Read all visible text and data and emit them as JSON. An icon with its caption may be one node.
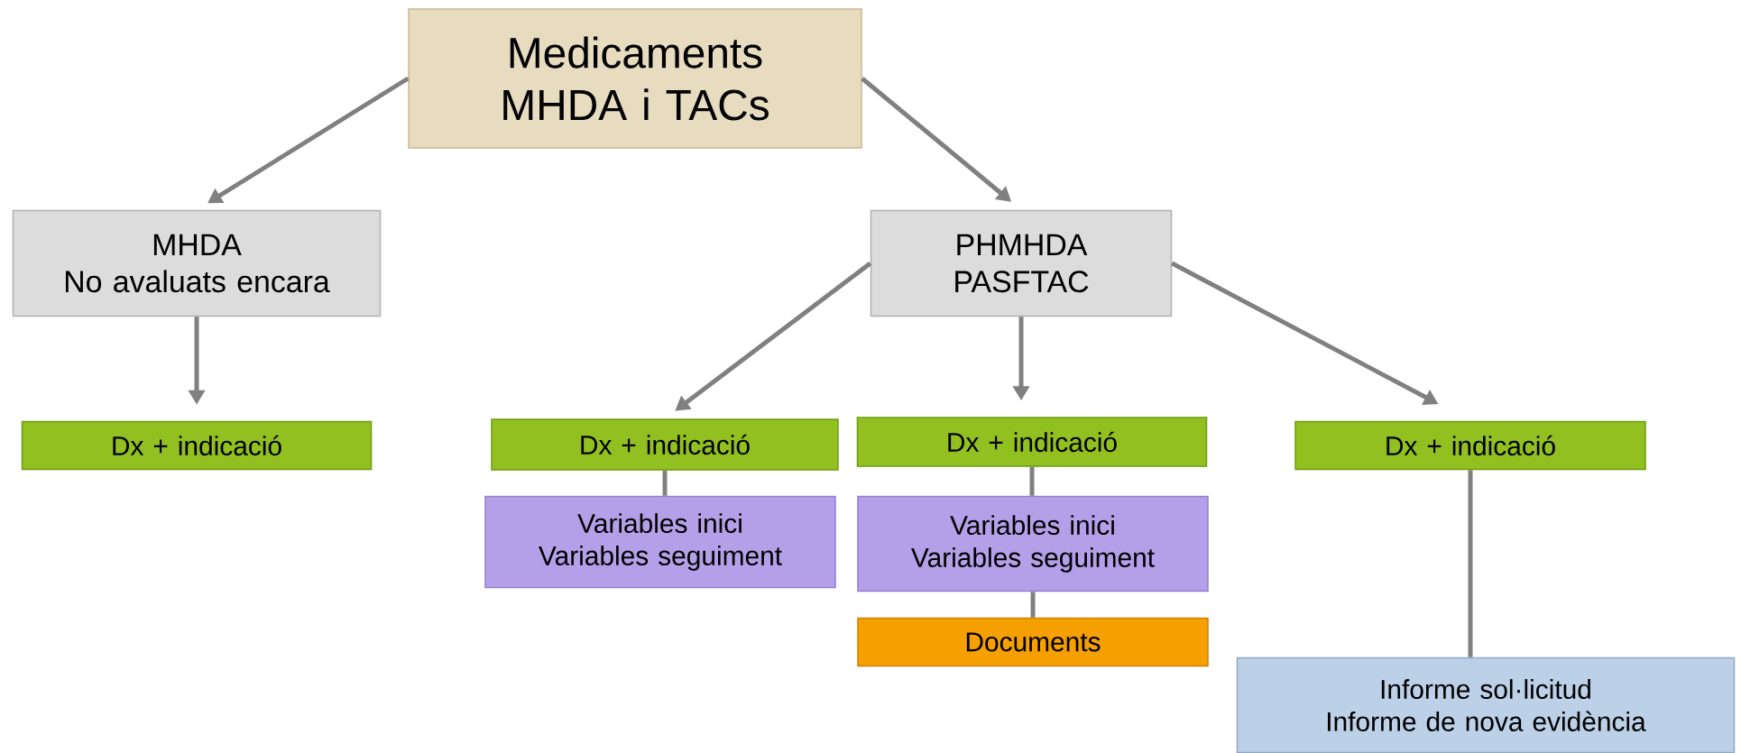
{
  "diagram": {
    "nodes": [
      {
        "text": [
          "Medicaments MHDA i TACs"
        ]
      },
      {
        "text": [
          "MHDA",
          "No avaluats encara"
        ]
      },
      {
        "text": [
          "PHMHDA",
          "PASFTAC"
        ]
      },
      {
        "text": [
          "Dx + indicació"
        ]
      },
      {
        "text": [
          "Dx + indicació"
        ]
      },
      {
        "text": [
          "Dx + indicació"
        ]
      },
      {
        "text": [
          "Dx + indicació"
        ]
      },
      {
        "text": [
          "Variables inici",
          "Variables seguiment"
        ]
      },
      {
        "text": [
          "Variables inici",
          "Variables seguiment"
        ]
      },
      {
        "text": [
          "Documents"
        ]
      },
      {
        "text": [
          "Informe sol·licitud",
          "Informe de nova evidència"
        ]
      }
    ],
    "edges": [
      {
        "from": 0,
        "to": 1,
        "arrow": "to"
      },
      {
        "from": 0,
        "to": 2,
        "arrow": "to"
      },
      {
        "from": 1,
        "to": 3,
        "arrow": "to"
      },
      {
        "from": 2,
        "to": 4,
        "arrow": "to"
      },
      {
        "from": 2,
        "to": 5,
        "arrow": "to"
      },
      {
        "from": 2,
        "to": 6,
        "arrow": "to"
      },
      {
        "from": 4,
        "to": 7,
        "arrow": "none"
      },
      {
        "from": 5,
        "to": 8,
        "arrow": "none"
      },
      {
        "from": 8,
        "to": 9,
        "arrow": "none"
      },
      {
        "from": 6,
        "to": 10,
        "arrow": "none"
      }
    ]
  }
}
